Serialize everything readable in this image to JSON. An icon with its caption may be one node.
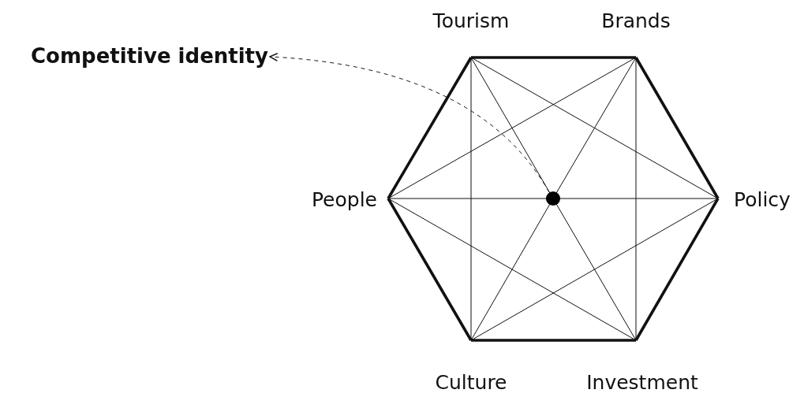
{
  "diagram": {
    "nodes": [
      {
        "text": [
          "Tourism"
        ]
      },
      {
        "text": [
          "Brands"
        ]
      },
      {
        "text": [
          "Competitive identity"
        ]
      },
      {
        "text": [
          "People"
        ]
      },
      {
        "text": [],
        "shape": "circle"
      },
      {
        "text": [
          "Policy"
        ]
      },
      {
        "text": [
          "Culture"
        ]
      },
      {
        "text": [
          "Investment"
        ]
      }
    ],
    "edges": [
      {
        "from": 0,
        "to": 1,
        "arrow": "none",
        "style": "thick"
      },
      {
        "from": 1,
        "to": 5,
        "arrow": "none",
        "style": "thick"
      },
      {
        "from": 5,
        "to": 7,
        "arrow": "none",
        "style": "thick"
      },
      {
        "from": 7,
        "to": 6,
        "arrow": "none",
        "style": "thick"
      },
      {
        "from": 6,
        "to": 3,
        "arrow": "none",
        "style": "thick"
      },
      {
        "from": 3,
        "to": 0,
        "arrow": "none",
        "style": "thick"
      },
      {
        "from": 0,
        "to": 5,
        "arrow": "none"
      },
      {
        "from": 0,
        "to": 6,
        "arrow": "none"
      },
      {
        "from": 0,
        "to": 4,
        "arrow": "none"
      },
      {
        "from": 4,
        "to": 7,
        "arrow": "none"
      },
      {
        "from": 1,
        "to": 3,
        "arrow": "none"
      },
      {
        "from": 1,
        "to": 4,
        "arrow": "none"
      },
      {
        "from": 4,
        "to": 6,
        "arrow": "none"
      },
      {
        "from": 1,
        "to": 7,
        "arrow": "none"
      },
      {
        "from": 3,
        "to": 4,
        "arrow": "none"
      },
      {
        "from": 4,
        "to": 5,
        "arrow": "none"
      },
      {
        "from": 3,
        "to": 7,
        "arrow": "none"
      },
      {
        "from": 5,
        "to": 6,
        "arrow": "none"
      },
      {
        "from": 4,
        "to": 2,
        "arrow": "to",
        "style": "dashed"
      }
    ]
  }
}
